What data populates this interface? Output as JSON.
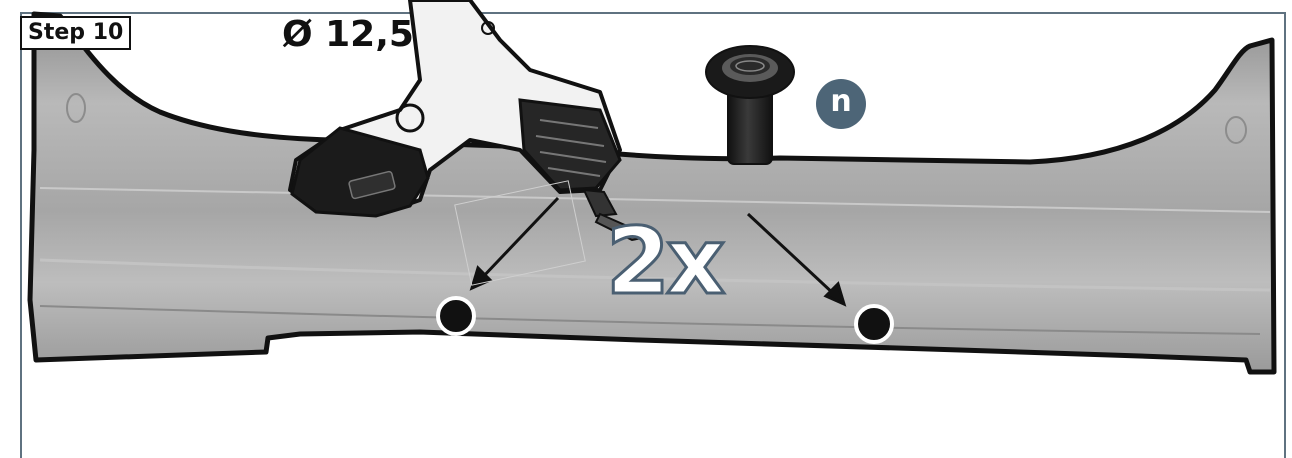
{
  "step": {
    "label": "Step 10"
  },
  "drill": {
    "diameter": "Ø 12,5"
  },
  "quantity": {
    "label": "2x"
  },
  "part": {
    "letter": "n"
  },
  "colors": {
    "frame": "#5f7280",
    "badge": "#4d6577",
    "panel": "#a9a9a9",
    "hole": "#111111"
  },
  "icons": {
    "tool": "cordless-drill-icon",
    "part": "rivet-nut-icon"
  }
}
